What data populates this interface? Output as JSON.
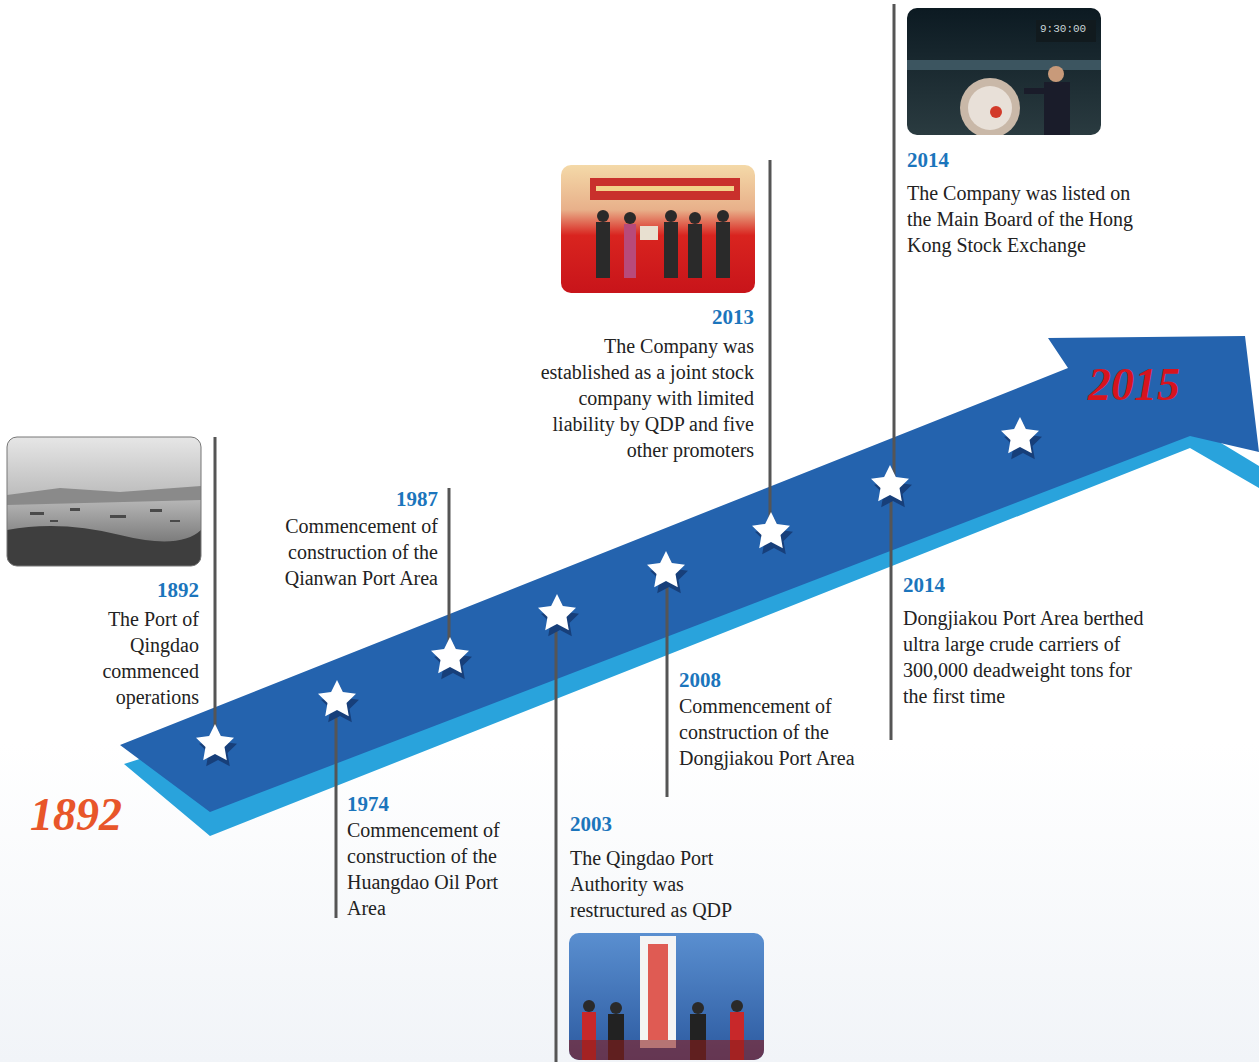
{
  "diagram": {
    "labels": [
      "1892",
      "2015",
      "1892",
      "The Port of Qingdao commenced operations",
      "1974",
      "Commencement of construction of the Huangdao Oil Port Area",
      "1987",
      "Commencement of construction of the Qianwan Port Area",
      "2003",
      "The Qingdao Port Authority was restructured as QDP",
      "2008",
      "Commencement of construction of the Dongjiakou Port Area",
      "2013",
      "The Company was established as a joint stock company with limited liability by QDP and five other promoters",
      "2014",
      "The Company was listed on the Main Board of the Hong Kong Stock Exchange",
      "2014",
      "Dongjiakou Port Area berthed ultra large crude carriers of 300,000 deadweight tons for the first time",
      "9:30:00"
    ]
  }
}
